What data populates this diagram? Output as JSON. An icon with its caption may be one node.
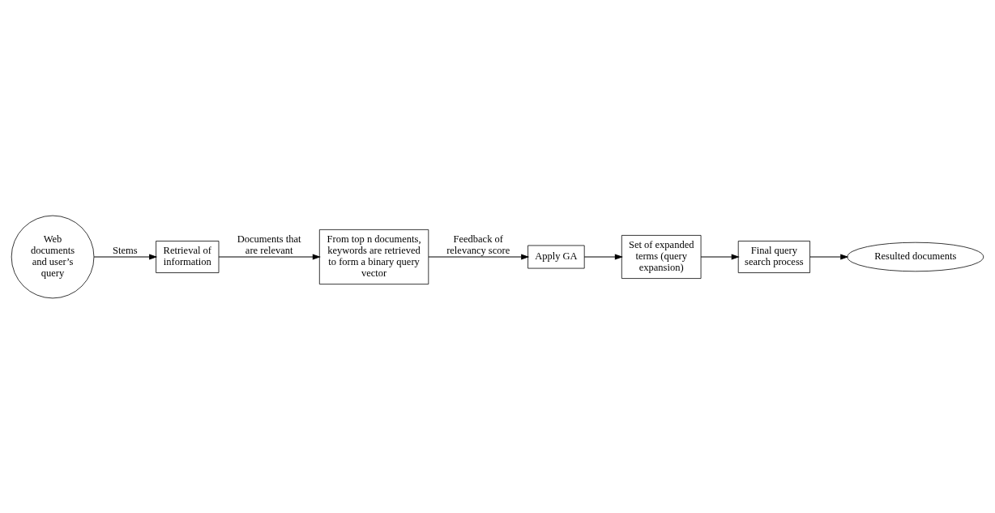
{
  "diagram": {
    "nodes": [
      {
        "text": [
          "From top n documents, keywords are retrieved to form a binary query vector"
        ]
      },
      {
        "text": [
          "Apply GA"
        ]
      },
      {
        "text": [
          "Resulted documents"
        ]
      },
      {
        "text": [
          "Web documents and user’s query"
        ]
      },
      {
        "text": [
          "Retrieval of information"
        ]
      },
      {
        "text": [
          "Set of expanded terms (query expansion)"
        ]
      },
      {
        "text": [
          "Final query search process"
        ]
      }
    ],
    "edges": [
      {
        "from": 0,
        "to": 1,
        "arrow": "to",
        "label": "Feedback of relevancy score"
      },
      {
        "from": 4,
        "to": 0,
        "arrow": "to",
        "label": "Documents that are relevant"
      },
      {
        "from": 3,
        "to": 4,
        "arrow": "to",
        "label": "Stems"
      },
      {
        "from": 1,
        "to": 5,
        "arrow": "to"
      },
      {
        "from": 5,
        "to": 6,
        "arrow": "to"
      },
      {
        "from": 6,
        "to": 2,
        "arrow": "to"
      }
    ]
  }
}
